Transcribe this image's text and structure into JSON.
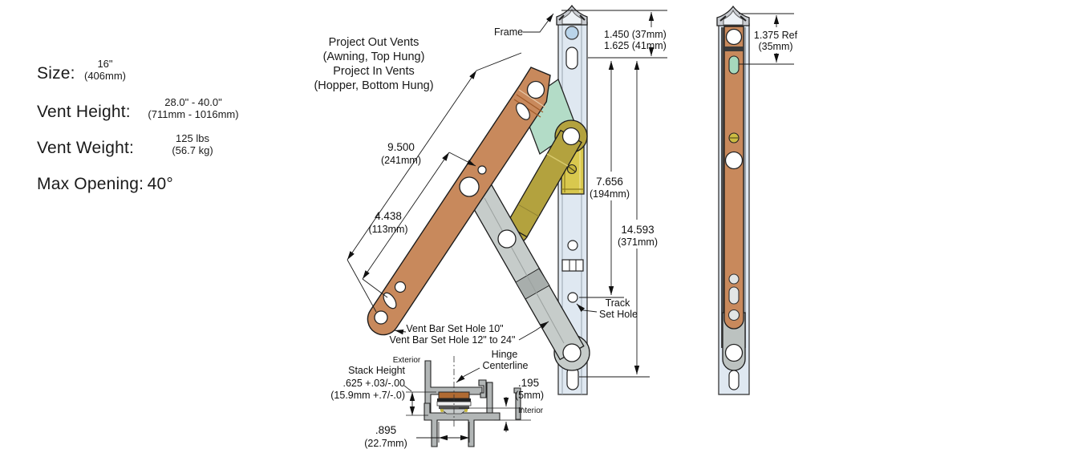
{
  "specs": {
    "size": {
      "label": "Size:",
      "value": "16\"",
      "metric": "(406mm)"
    },
    "vent_height": {
      "label": "Vent Height:",
      "value": "28.0\" - 40.0\"",
      "metric": "(711mm - 1016mm)"
    },
    "vent_weight": {
      "label": "Vent Weight:",
      "value": "125 lbs",
      "metric": "(56.7 kg)"
    },
    "max_opening": {
      "label": "Max Opening:",
      "value": "40°"
    }
  },
  "vent_types": {
    "line1": "Project Out Vents",
    "line2": "(Awning, Top Hung)",
    "line3": "Project In Vents",
    "line4": "(Hopper, Bottom Hung)"
  },
  "callouts": {
    "frame": "Frame",
    "track_set_hole": {
      "line1": "Track",
      "line2": "Set Hole"
    },
    "vent_bar_set_hole_10": "Vent Bar Set Hole 10\"",
    "vent_bar_set_hole_12_24": "Vent Bar Set Hole 12\" to 24\"",
    "hinge_centerline": {
      "line1": "Hinge",
      "line2": "Centerline"
    },
    "exterior": "Exterior",
    "interior": "Interior"
  },
  "dims": {
    "hole_spacing_long": {
      "value": "9.500",
      "metric": "(241mm)"
    },
    "hole_spacing_short": {
      "value": "4.438",
      "metric": "(113mm)"
    },
    "top_offset_a": "1.450 (37mm)",
    "top_offset_b": "1.625 (41mm)",
    "track_set_hole": {
      "value": "7.656",
      "metric": "(194mm)"
    },
    "track_length": {
      "value": "14.593",
      "metric": "(371mm)"
    },
    "folded_width": {
      "value": "1.375 Ref",
      "metric": "(35mm)"
    },
    "stack_height": {
      "line1": "Stack Height",
      "line2": ".625 +.03/-.00",
      "line3": "(15.9mm +.7/-.0)"
    },
    "stack_width": {
      "value": ".895",
      "metric": "(22.7mm)"
    },
    "interior_gap": {
      "value": ".195",
      "metric": "(5mm)"
    }
  },
  "colors": {
    "copper_arm": "#c8895c",
    "olive_arm": "#b3a23e",
    "steel_arm": "#c6ccca",
    "teal_bracket": "#b3dcc7",
    "track": "#dfe8f1",
    "brass_block": "#d9c84e",
    "extrusion_gray": "#b2b6b6"
  }
}
